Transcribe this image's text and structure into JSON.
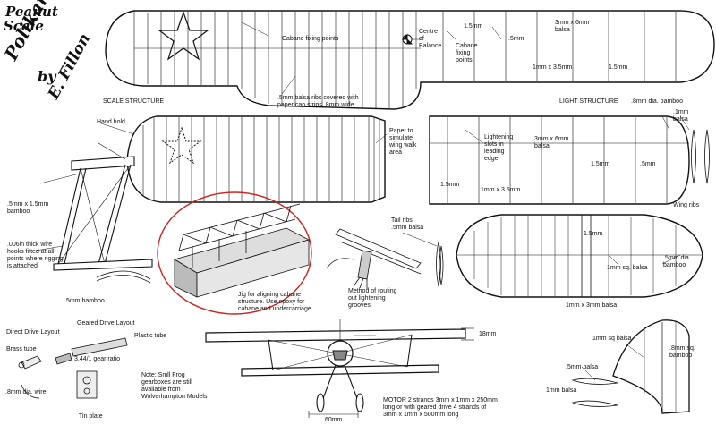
{
  "title": {
    "line1": "Peanut",
    "line2": "Scale",
    "line3": "Polikarpov",
    "line4": "by",
    "line5": "E. Fillon"
  },
  "labels": {
    "cabane_fixing_points": "Cabane fixing points",
    "centre_of_balance": "Centre\nof\nBalance",
    "cabane_fixing_points_2": "Cabane\nfixing\npoints",
    "m1_5mm_top": "1.5mm",
    "m5mm_top": ".5mm",
    "balsa_3x6_top": "3mm x 6mm\nbalsa",
    "m1x3_5_top": "1mm x 3.5mm",
    "m1_5mm_top_right": "1.5mm",
    "scale_structure": "SCALE STRUCTURE",
    "ribs_note": ".5mm balsa ribs covered with\npaper cap strips .8mm wide",
    "light_structure": "LIGHT STRUCTURE",
    "bamboo_8mm": ".8mm dia. bamboo",
    "balsa_1mm": ".1mm\nbalsa",
    "hand_hold": "Hand hold",
    "paper_walk": "Paper to\nsimulate\nwing walk\narea",
    "lightening_slots": "Lightening\nslots in\nleading\nedge",
    "balsa_3x6_mid": "3mm x 6mm\nbalsa",
    "m1_5mm_mid": "1.5mm",
    "m5mm_mid": ".5mm",
    "m1_5mm_left": "1.5mm",
    "m1x3_5_mid": "1mm x 3.5mm",
    "wing_ribs": "Wing ribs",
    "bamboo_5x1_5": ".5mm x 1.5mm\nbamboo",
    "tail_ribs": "Tail ribs\n.5mm balsa",
    "wire_hooks": ".006in thick wire\nhooks fitted at all\npoints where rigging\nis attached",
    "m1_5mm_tail": "1.5mm",
    "balsa_1mm_sq": "1mm sq. balsa",
    "bamboo_5mm_dia": ".5mm dia.\nbamboo",
    "bamboo_5mm": ".5mm bamboo",
    "jig_note": "Jig for aligning cabane\nstructure. Use epoxy for\ncabane and undercarriage",
    "routing_note": "Method of routing\nout lightening\ngrooves",
    "balsa_1x3": "1mm x 3mm balsa",
    "direct_drive": "Direct Drive Layout",
    "geared_drive": "Geared Drive Layout",
    "brass_tube": "Brass tube",
    "plastic_tube": "Plastic tube",
    "gear_ratio": "3.44/1 gear ratio",
    "wire_8mm": ".8mm dia. wire",
    "tin_plate": "Tin plate",
    "frog_note": "Note: Smll Frog\ngearboxes are still\navailable from\nWolverhampton Models",
    "dim_18mm": "18mm",
    "dim_60mm": "60mm",
    "motor_note": "MOTOR  2 strands 3mm x 1mm x 250mm\nlong or with geared drive 4 strands of\n3mm x 1mm x 500mm long",
    "balsa_1mm_sq_fin": "1mm sq balsa",
    "balsa_8mm_sq": ".8mm sq.\nbamboo",
    "balsa_5mm_fin": ".5mm balsa",
    "balsa_1mm_fin": "1mm balsa"
  },
  "colors": {
    "ink": "#111111",
    "jig_circle": "#cc2222",
    "paper": "#ffffff",
    "shade": "#888888"
  }
}
